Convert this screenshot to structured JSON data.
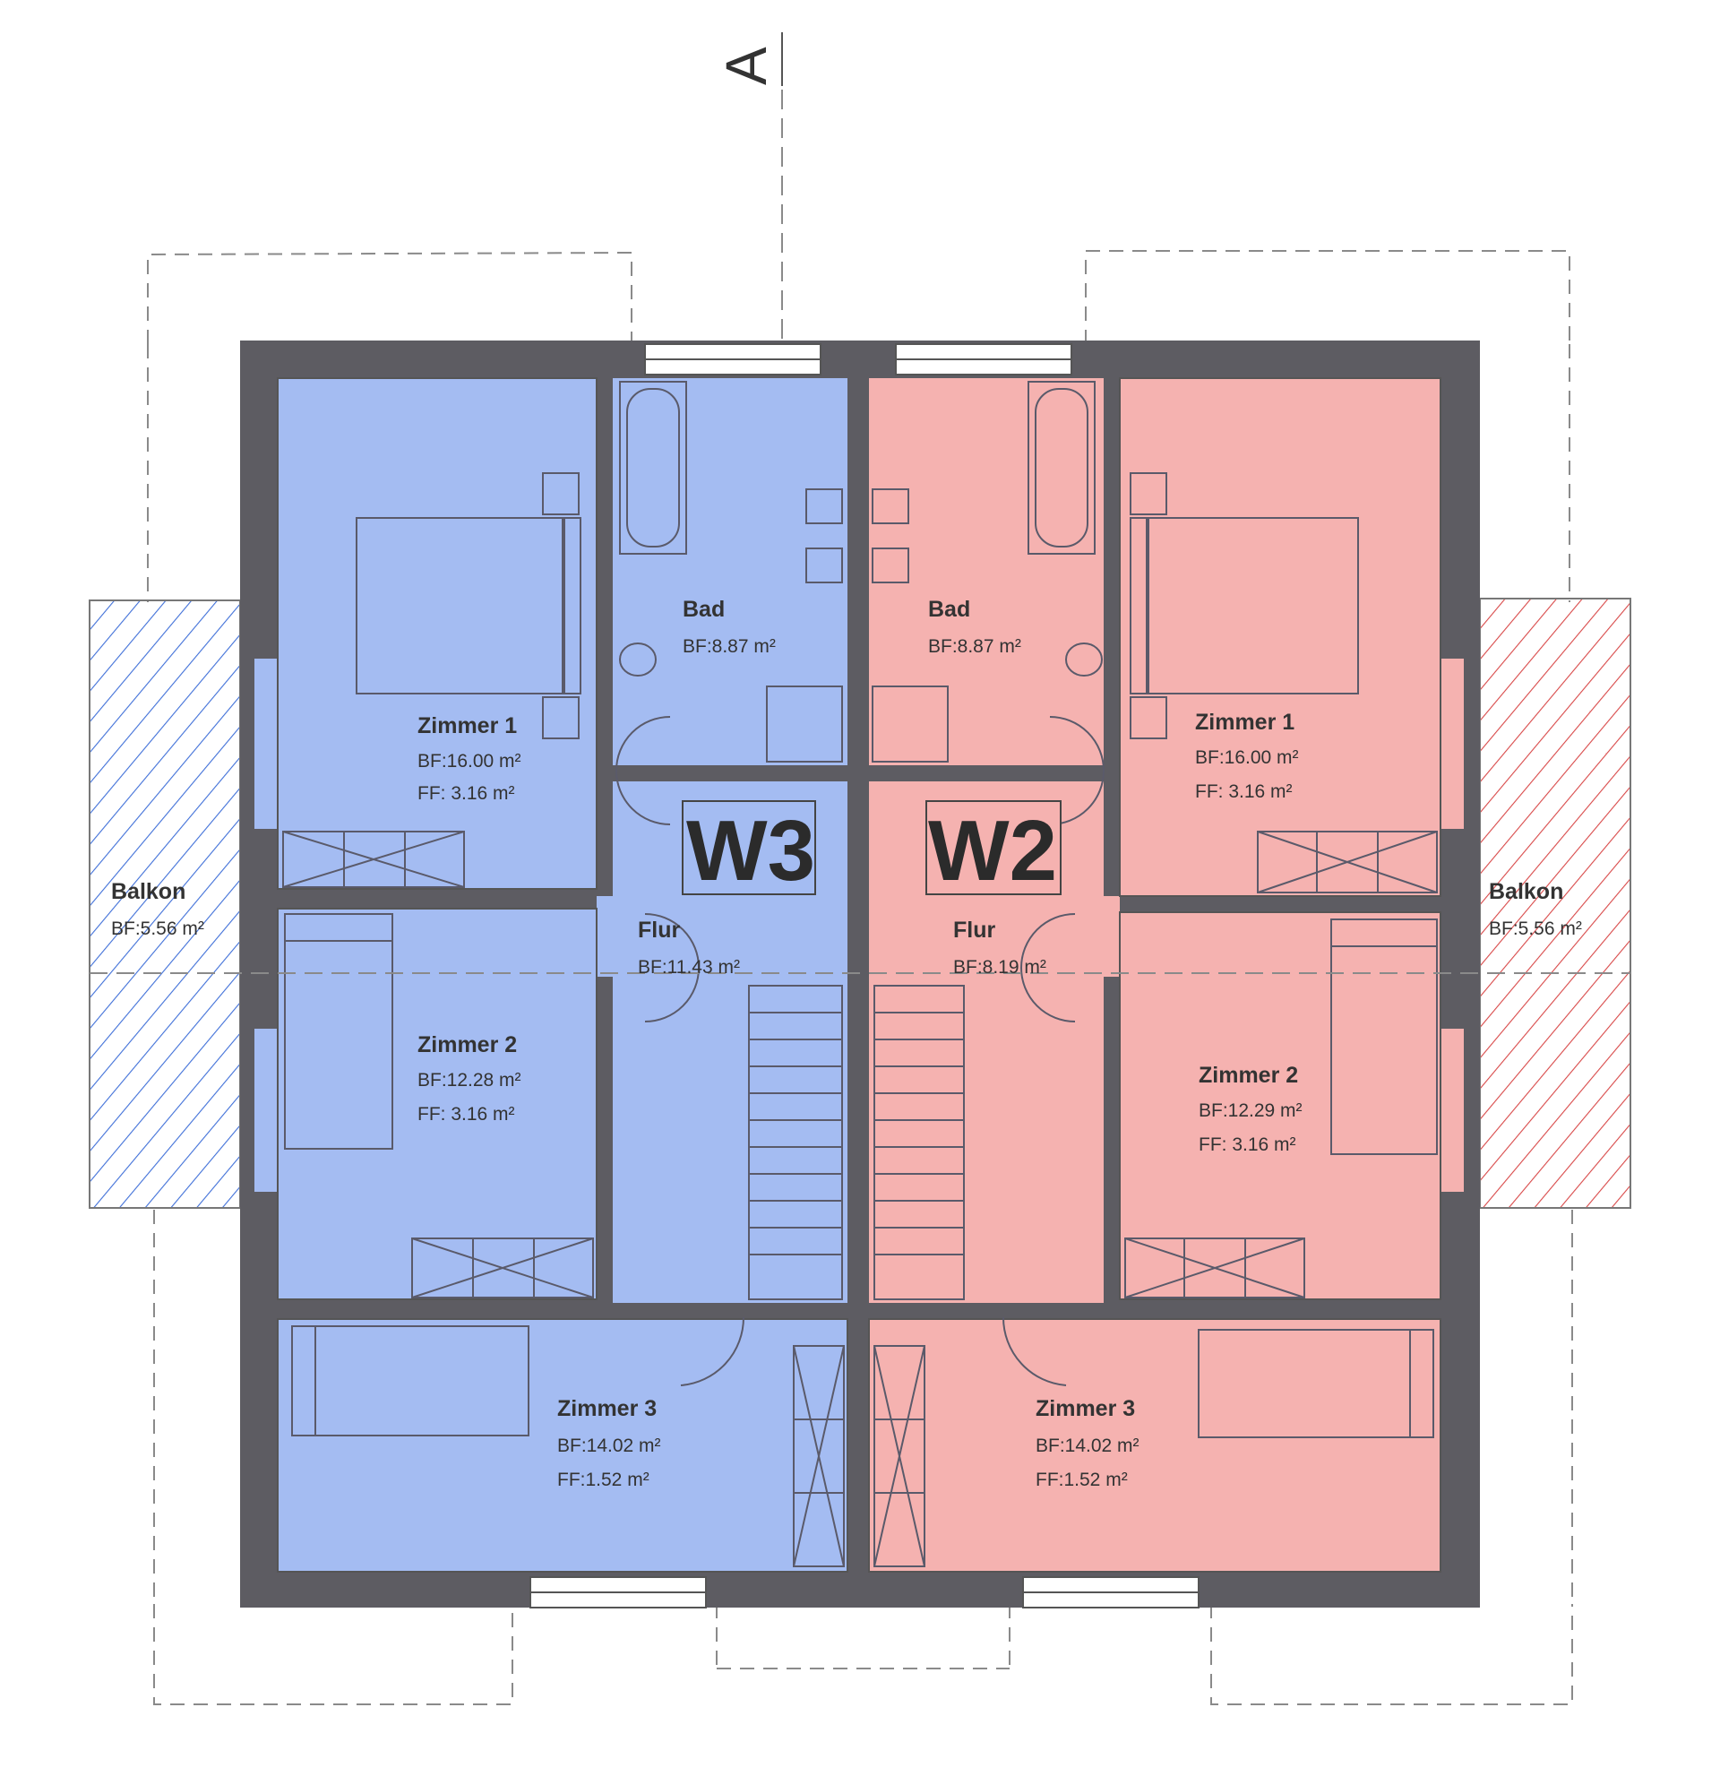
{
  "colors": {
    "w3_fill": "#a4bcf2",
    "w2_fill": "#f5b2b0",
    "wall": "#5d5c62",
    "w3_hatch": "#3f6fd8",
    "w2_hatch": "#d84848"
  },
  "section_marker": {
    "label": "A"
  },
  "units": {
    "w3": {
      "label": "W3",
      "rooms": {
        "zimmer1": {
          "name": "Zimmer 1",
          "bf": "BF:16.00 m²",
          "ff": "FF:  3.16 m²"
        },
        "bad": {
          "name": "Bad",
          "bf": "BF:8.87 m²"
        },
        "flur": {
          "name": "Flur",
          "bf": "BF:11.43 m²"
        },
        "zimmer2": {
          "name": "Zimmer 2",
          "bf": "BF:12.28 m²",
          "ff": "FF:  3.16 m²"
        },
        "zimmer3": {
          "name": "Zimmer 3",
          "bf": "BF:14.02 m²",
          "ff": "FF:1.52 m²"
        },
        "balkon": {
          "name": "Balkon",
          "bf": "BF:5.56 m²"
        }
      }
    },
    "w2": {
      "label": "W2",
      "rooms": {
        "zimmer1": {
          "name": "Zimmer 1",
          "bf": "BF:16.00 m²",
          "ff": "FF:  3.16 m²"
        },
        "bad": {
          "name": "Bad",
          "bf": "BF:8.87 m²"
        },
        "flur": {
          "name": "Flur",
          "bf": "BF:8.19 m²"
        },
        "zimmer2": {
          "name": "Zimmer 2",
          "bf": "BF:12.29 m²",
          "ff": "FF:  3.16 m²"
        },
        "zimmer3": {
          "name": "Zimmer 3",
          "bf": "BF:14.02 m²",
          "ff": "FF:1.52 m²"
        },
        "balkon": {
          "name": "Balkon",
          "bf": "BF:5.56 m²"
        }
      }
    }
  }
}
